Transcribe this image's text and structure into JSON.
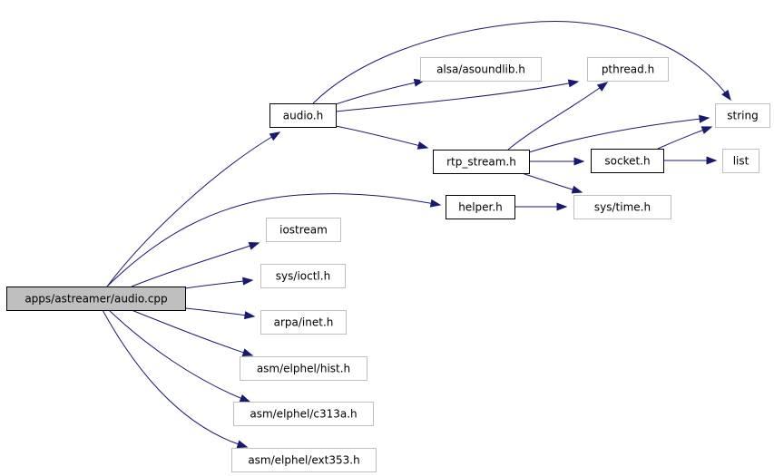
{
  "nodes": [
    {
      "id": "audio_cpp",
      "label": "apps/astreamer/audio.cpp",
      "kind": "root"
    },
    {
      "id": "audio_h",
      "label": "audio.h",
      "kind": "local"
    },
    {
      "id": "helper_h",
      "label": "helper.h",
      "kind": "local"
    },
    {
      "id": "rtp_stream_h",
      "label": "rtp_stream.h",
      "kind": "local"
    },
    {
      "id": "socket_h",
      "label": "socket.h",
      "kind": "local"
    },
    {
      "id": "alsa_asoundlib_h",
      "label": "alsa/asoundlib.h",
      "kind": "external"
    },
    {
      "id": "pthread_h",
      "label": "pthread.h",
      "kind": "external"
    },
    {
      "id": "string",
      "label": "string",
      "kind": "external"
    },
    {
      "id": "list",
      "label": "list",
      "kind": "external"
    },
    {
      "id": "sys_time_h",
      "label": "sys/time.h",
      "kind": "external"
    },
    {
      "id": "iostream",
      "label": "iostream",
      "kind": "external"
    },
    {
      "id": "sys_ioctl_h",
      "label": "sys/ioctl.h",
      "kind": "external"
    },
    {
      "id": "arpa_inet_h",
      "label": "arpa/inet.h",
      "kind": "external"
    },
    {
      "id": "asm_elphel_hist_h",
      "label": "asm/elphel/hist.h",
      "kind": "external"
    },
    {
      "id": "asm_elphel_c313a_h",
      "label": "asm/elphel/c313a.h",
      "kind": "external"
    },
    {
      "id": "asm_elphel_ext353_h",
      "label": "asm/elphel/ext353.h",
      "kind": "external"
    }
  ],
  "edges": [
    {
      "from": "audio_cpp",
      "to": "audio_h"
    },
    {
      "from": "audio_cpp",
      "to": "helper_h"
    },
    {
      "from": "audio_cpp",
      "to": "iostream"
    },
    {
      "from": "audio_cpp",
      "to": "sys_ioctl_h"
    },
    {
      "from": "audio_cpp",
      "to": "arpa_inet_h"
    },
    {
      "from": "audio_cpp",
      "to": "asm_elphel_hist_h"
    },
    {
      "from": "audio_cpp",
      "to": "asm_elphel_c313a_h"
    },
    {
      "from": "audio_cpp",
      "to": "asm_elphel_ext353_h"
    },
    {
      "from": "audio_h",
      "to": "alsa_asoundlib_h"
    },
    {
      "from": "audio_h",
      "to": "pthread_h"
    },
    {
      "from": "audio_h",
      "to": "string"
    },
    {
      "from": "audio_h",
      "to": "rtp_stream_h"
    },
    {
      "from": "rtp_stream_h",
      "to": "pthread_h"
    },
    {
      "from": "rtp_stream_h",
      "to": "string"
    },
    {
      "from": "rtp_stream_h",
      "to": "socket_h"
    },
    {
      "from": "rtp_stream_h",
      "to": "sys_time_h"
    },
    {
      "from": "socket_h",
      "to": "string"
    },
    {
      "from": "socket_h",
      "to": "list"
    },
    {
      "from": "helper_h",
      "to": "sys_time_h"
    }
  ],
  "colors": {
    "edge": "#191970",
    "root_fill": "#bfbfbf",
    "local_border": "#000000",
    "external_border": "#bfbfbf"
  }
}
